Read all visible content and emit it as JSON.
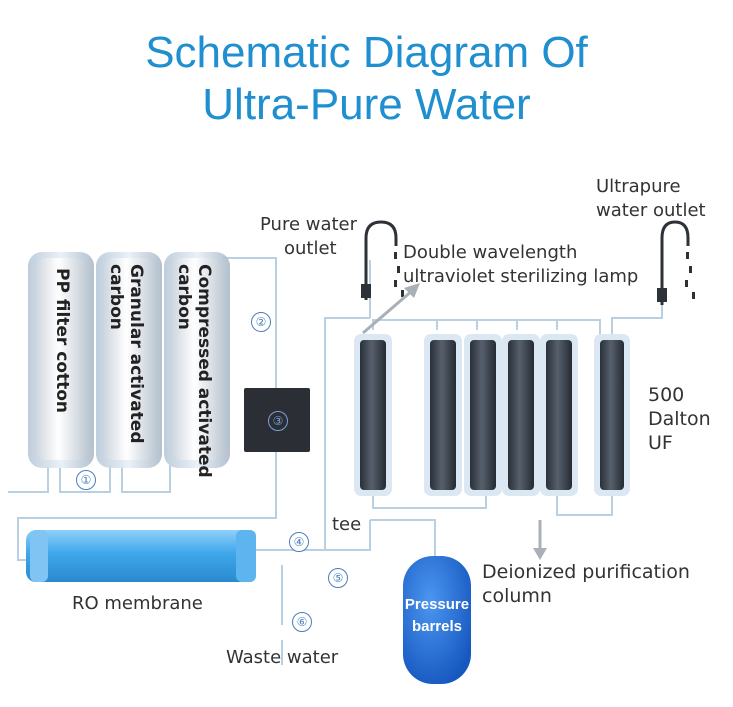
{
  "title": {
    "line1": "Schematic Diagram Of",
    "line2": "Ultra-Pure Water"
  },
  "labels": {
    "pure_water_outlet_1": "Pure water",
    "pure_water_outlet_2": "outlet",
    "uv_lamp_1": "Double wavelength",
    "uv_lamp_2": "ultraviolet sterilizing lamp",
    "ultrapure_outlet_1": "Ultrapure",
    "ultrapure_outlet_2": "water outlet",
    "uf_1": "500",
    "uf_2": "Dalton",
    "uf_3": "UF",
    "tee": "tee",
    "deionized_1": "Deionized purification",
    "deionized_2": "column",
    "ro_membrane": "RO membrane",
    "waste_water": "Waste water",
    "barrel_1": "Pressure",
    "barrel_2": "barrels"
  },
  "filters": {
    "pp": "PP filter cotton",
    "granular_1": "Granular activated",
    "granular_2": "carbon",
    "compressed_1": "Compressed activated",
    "compressed_2": "carbon"
  },
  "markers": {
    "m1": "①",
    "m2": "②",
    "m3": "③",
    "m4": "④",
    "m5": "⑤",
    "m6": "⑥"
  },
  "colors": {
    "title": "#1f8fd0",
    "pipe": "#b9cfe2",
    "marker": "#4a7ec0",
    "ro_membrane": "#3fa6ea",
    "barrel": "#1e6fd8",
    "column": "#3b4450"
  }
}
